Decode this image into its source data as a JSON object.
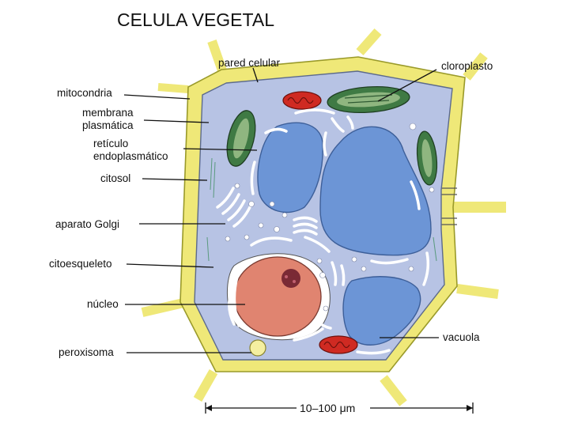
{
  "title": "CELULA VEGETAL",
  "labels": {
    "cell_wall": "pared celular",
    "chloroplast": "cloroplasto",
    "mitochondria": "mitocondria",
    "plasma_membrane_line1": "membrana",
    "plasma_membrane_line2": "plasmática",
    "er_line1": "retículo",
    "er_line2": "endoplasmático",
    "cytosol": "citosol",
    "golgi": "aparato Golgi",
    "cytoskeleton": "citoesqueleto",
    "nucleus": "núcleo",
    "peroxisome": "peroxisoma",
    "vacuole": "vacuola"
  },
  "scale_bar": "10–100 μm",
  "colors": {
    "cell_wall": "#efe878",
    "cell_wall_edge": "#9a9a2a",
    "cytoplasm": "#b7c3e4",
    "vacuole": "#6c95d6",
    "chloroplast": "#3f7a44",
    "chloroplast_light": "#8fb680",
    "mitochondria": "#cf2a22",
    "nucleus": "#e08470",
    "nucleolus": "#7a2a35",
    "peroxisome": "#f4efa0",
    "er_white": "#ffffff"
  }
}
